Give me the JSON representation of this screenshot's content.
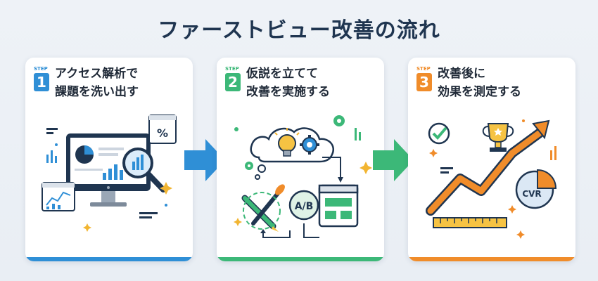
{
  "title": "ファーストビュー改善の流れ",
  "steps": [
    {
      "label": "STEP",
      "number": "1",
      "title_line1": "アクセス解析で",
      "title_line2": "課題を洗い出す",
      "color": "#2f8fd6"
    },
    {
      "label": "STEP",
      "number": "2",
      "title_line1": "仮説を立てて",
      "title_line2": "改善を実施する",
      "color": "#3cb878"
    },
    {
      "label": "STEP",
      "number": "3",
      "title_line1": "改善後に",
      "title_line2": "効果を測定する",
      "color": "#f08c2a"
    }
  ],
  "illustration_text": {
    "percent": "%",
    "ab": "A/B",
    "cvr": "CVR"
  }
}
